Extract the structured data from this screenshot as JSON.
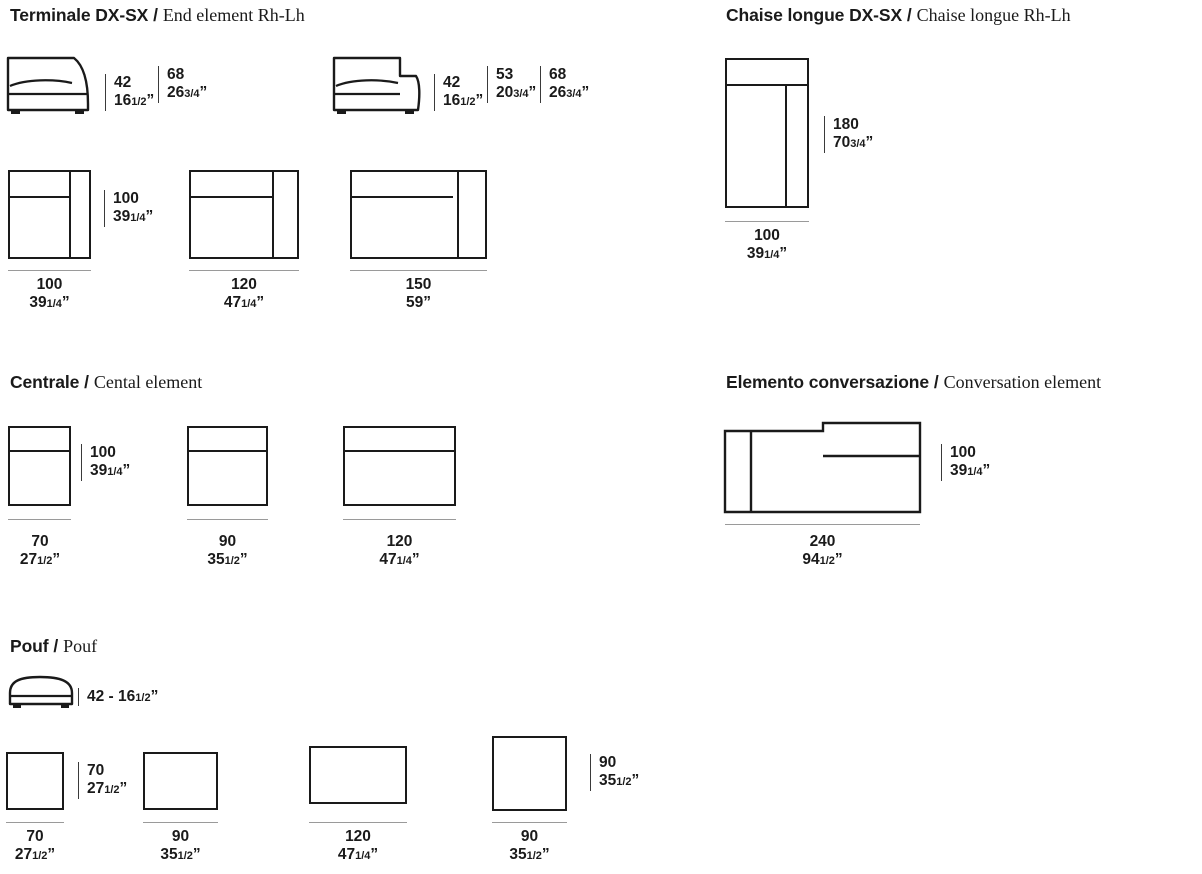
{
  "sections": {
    "terminale": {
      "title_it": "Terminale DX-SX",
      "separator": " / ",
      "title_en": "End element Rh-Lh",
      "elevations": [
        {
          "name": "end-element-left-elevation",
          "dims": [
            {
              "cm": "42",
              "in_whole": "16",
              "in_frac": "1/2",
              "in_mark": "”"
            },
            {
              "cm": "68",
              "in_whole": "26",
              "in_frac": "3/4",
              "in_mark": "”"
            }
          ]
        },
        {
          "name": "end-element-right-elevation",
          "dims": [
            {
              "cm": "42",
              "in_whole": "16",
              "in_frac": "1/2",
              "in_mark": "”"
            },
            {
              "cm": "53",
              "in_whole": "20",
              "in_frac": "3/4",
              "in_mark": "”"
            },
            {
              "cm": "68",
              "in_whole": "26",
              "in_frac": "3/4",
              "in_mark": "”"
            }
          ]
        }
      ],
      "depth": {
        "cm": "100",
        "in_whole": "39",
        "in_frac": "1/4",
        "in_mark": "”"
      },
      "plans": [
        {
          "width_cm": "100",
          "in_whole": "39",
          "in_frac": "1/4",
          "in_mark": "”"
        },
        {
          "width_cm": "120",
          "in_whole": "47",
          "in_frac": "1/4",
          "in_mark": "”"
        },
        {
          "width_cm": "150",
          "in_whole": "59",
          "in_frac": "",
          "in_mark": "”"
        }
      ]
    },
    "chaise": {
      "title_it": "Chaise longue DX-SX",
      "separator": " / ",
      "title_en": "Chaise longue Rh-Lh",
      "depth": {
        "cm": "180",
        "in_whole": "70",
        "in_frac": "3/4",
        "in_mark": "”"
      },
      "width": {
        "cm": "100",
        "in_whole": "39",
        "in_frac": "1/4",
        "in_mark": "”"
      }
    },
    "centrale": {
      "title_it": "Centrale",
      "separator": " / ",
      "title_en": "Cental element",
      "depth": {
        "cm": "100",
        "in_whole": "39",
        "in_frac": "1/4",
        "in_mark": "”"
      },
      "plans": [
        {
          "width_cm": "70",
          "in_whole": "27",
          "in_frac": "1/2",
          "in_mark": "”"
        },
        {
          "width_cm": "90",
          "in_whole": "35",
          "in_frac": "1/2",
          "in_mark": "”"
        },
        {
          "width_cm": "120",
          "in_whole": "47",
          "in_frac": "1/4",
          "in_mark": "”"
        }
      ]
    },
    "conversazione": {
      "title_it": "Elemento conversazione",
      "separator": " / ",
      "title_en": "Conversation element",
      "depth": {
        "cm": "100",
        "in_whole": "39",
        "in_frac": "1/4",
        "in_mark": "”"
      },
      "width": {
        "cm": "240",
        "in_whole": "94",
        "in_frac": "1/2",
        "in_mark": "”"
      }
    },
    "pouf": {
      "title_it": "Pouf",
      "separator": " / ",
      "title_en": "Pouf",
      "height": {
        "text_prefix": "42 - 16",
        "in_frac": "1/2",
        "in_mark": "”"
      },
      "depth_a": {
        "cm": "70",
        "in_whole": "27",
        "in_frac": "1/2",
        "in_mark": "”"
      },
      "depth_b": {
        "cm": "90",
        "in_whole": "35",
        "in_frac": "1/2",
        "in_mark": "”"
      },
      "plans": [
        {
          "width_cm": "70",
          "in_whole": "27",
          "in_frac": "1/2",
          "in_mark": "”"
        },
        {
          "width_cm": "90",
          "in_whole": "35",
          "in_frac": "1/2",
          "in_mark": "”"
        },
        {
          "width_cm": "120",
          "in_whole": "47",
          "in_frac": "1/4",
          "in_mark": "”"
        },
        {
          "width_cm": "90",
          "in_whole": "35",
          "in_frac": "1/2",
          "in_mark": "”"
        }
      ]
    }
  },
  "colors": {
    "line": "#1a1a1a",
    "rule": "#9a9a9a",
    "background": "#ffffff"
  }
}
